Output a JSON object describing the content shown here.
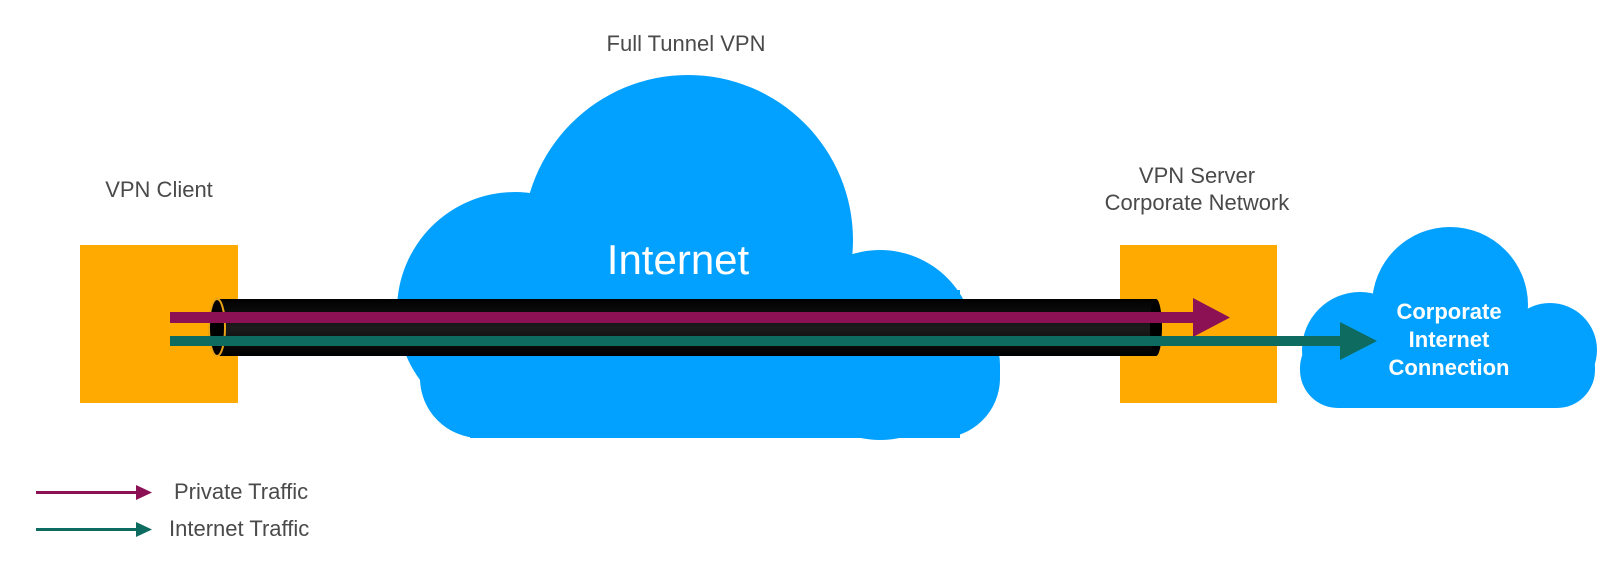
{
  "title": "Full Tunnel VPN",
  "client": {
    "label": "VPN Client"
  },
  "internet": {
    "label": "Internet"
  },
  "server": {
    "label_line1": "VPN Server",
    "label_line2": "Corporate Network"
  },
  "corporate_connection": {
    "line1": "Corporate",
    "line2": "Internet",
    "line3": "Connection"
  },
  "legend": {
    "private": "Private Traffic",
    "internet": "Internet Traffic"
  },
  "colors": {
    "box": "#FFAA00",
    "cloud": "#03A1FF",
    "tunnel": "#000000",
    "private_traffic": "#8C1054",
    "internet_traffic": "#0D6B5F",
    "label_text": "#4A4A4A"
  },
  "icons": {
    "arrows": "arrow-right-icon",
    "clouds": "cloud-icon"
  }
}
